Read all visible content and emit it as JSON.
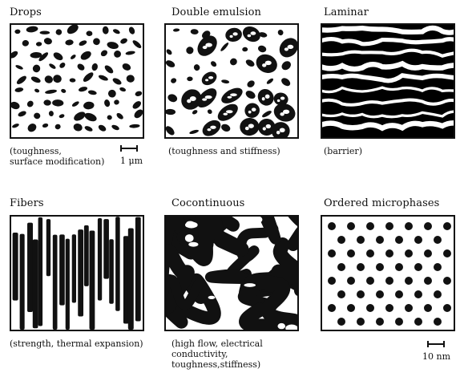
{
  "panels": [
    {
      "title": "Drops",
      "caption": "(toughness,\nsurface modification)"
    },
    {
      "title": "Double emulsion",
      "caption": "(toughness and stiffness)"
    },
    {
      "title": "Laminar",
      "caption": "(barrier)"
    },
    {
      "title": "Fibers",
      "caption": "(strength, thermal expansion)"
    },
    {
      "title": "Cocontinuous",
      "caption": "(high flow, electrical\nconductivity,\ntoughness,stiffness)"
    },
    {
      "title": "Ordered microphases",
      "caption": ""
    }
  ],
  "scale_bars": {
    "top": "1 μm",
    "bottom": "10 nm"
  }
}
